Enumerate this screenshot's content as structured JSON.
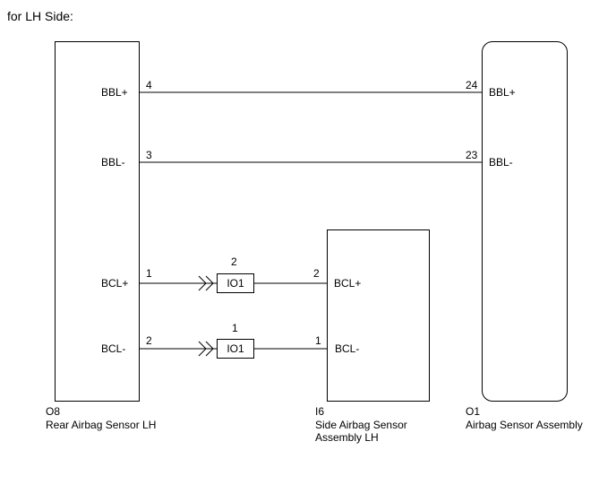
{
  "caption": "for LH Side:",
  "components": {
    "rear_sensor": {
      "code": "O8",
      "name": "Rear Airbag Sensor LH"
    },
    "side_sensor": {
      "code": "I6",
      "name": "Side Airbag Sensor Assembly LH"
    },
    "airbag_assembly": {
      "code": "O1",
      "name": "Airbag Sensor Assembly"
    }
  },
  "rear_sensor_pins": [
    {
      "label": "BBL+",
      "pin": "4"
    },
    {
      "label": "BBL-",
      "pin": "3"
    },
    {
      "label": "BCL+",
      "pin": "1"
    },
    {
      "label": "BCL-",
      "pin": "2"
    }
  ],
  "airbag_assembly_pins": [
    {
      "label": "BBL+",
      "pin": "24"
    },
    {
      "label": "BBL-",
      "pin": "23"
    }
  ],
  "side_sensor_pins": [
    {
      "label": "BCL+",
      "pin": "2"
    },
    {
      "label": "BCL-",
      "pin": "1"
    }
  ],
  "connectors": [
    {
      "name": "IO1",
      "pin": "2"
    },
    {
      "name": "IO1",
      "pin": "1"
    }
  ]
}
